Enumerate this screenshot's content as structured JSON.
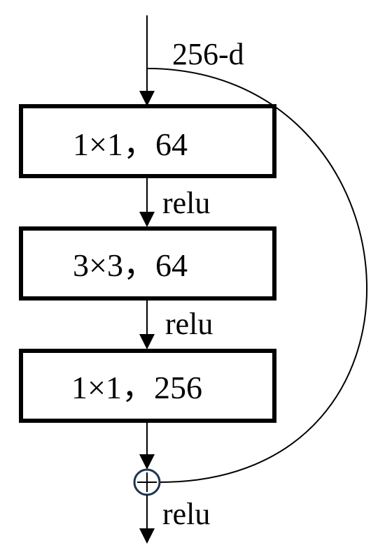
{
  "input": {
    "dimension_label": "256-d"
  },
  "layers": [
    {
      "label": "1×1，64"
    },
    {
      "label": "3×3，64"
    },
    {
      "label": "1×1，256"
    }
  ],
  "activations": [
    {
      "label": "relu"
    },
    {
      "label": "relu"
    },
    {
      "label": "relu"
    }
  ],
  "addition": {
    "symbol": "plus-in-circle"
  },
  "colors": {
    "stroke": "#000000",
    "sum_circle": "#1f3550",
    "background": "#ffffff"
  }
}
